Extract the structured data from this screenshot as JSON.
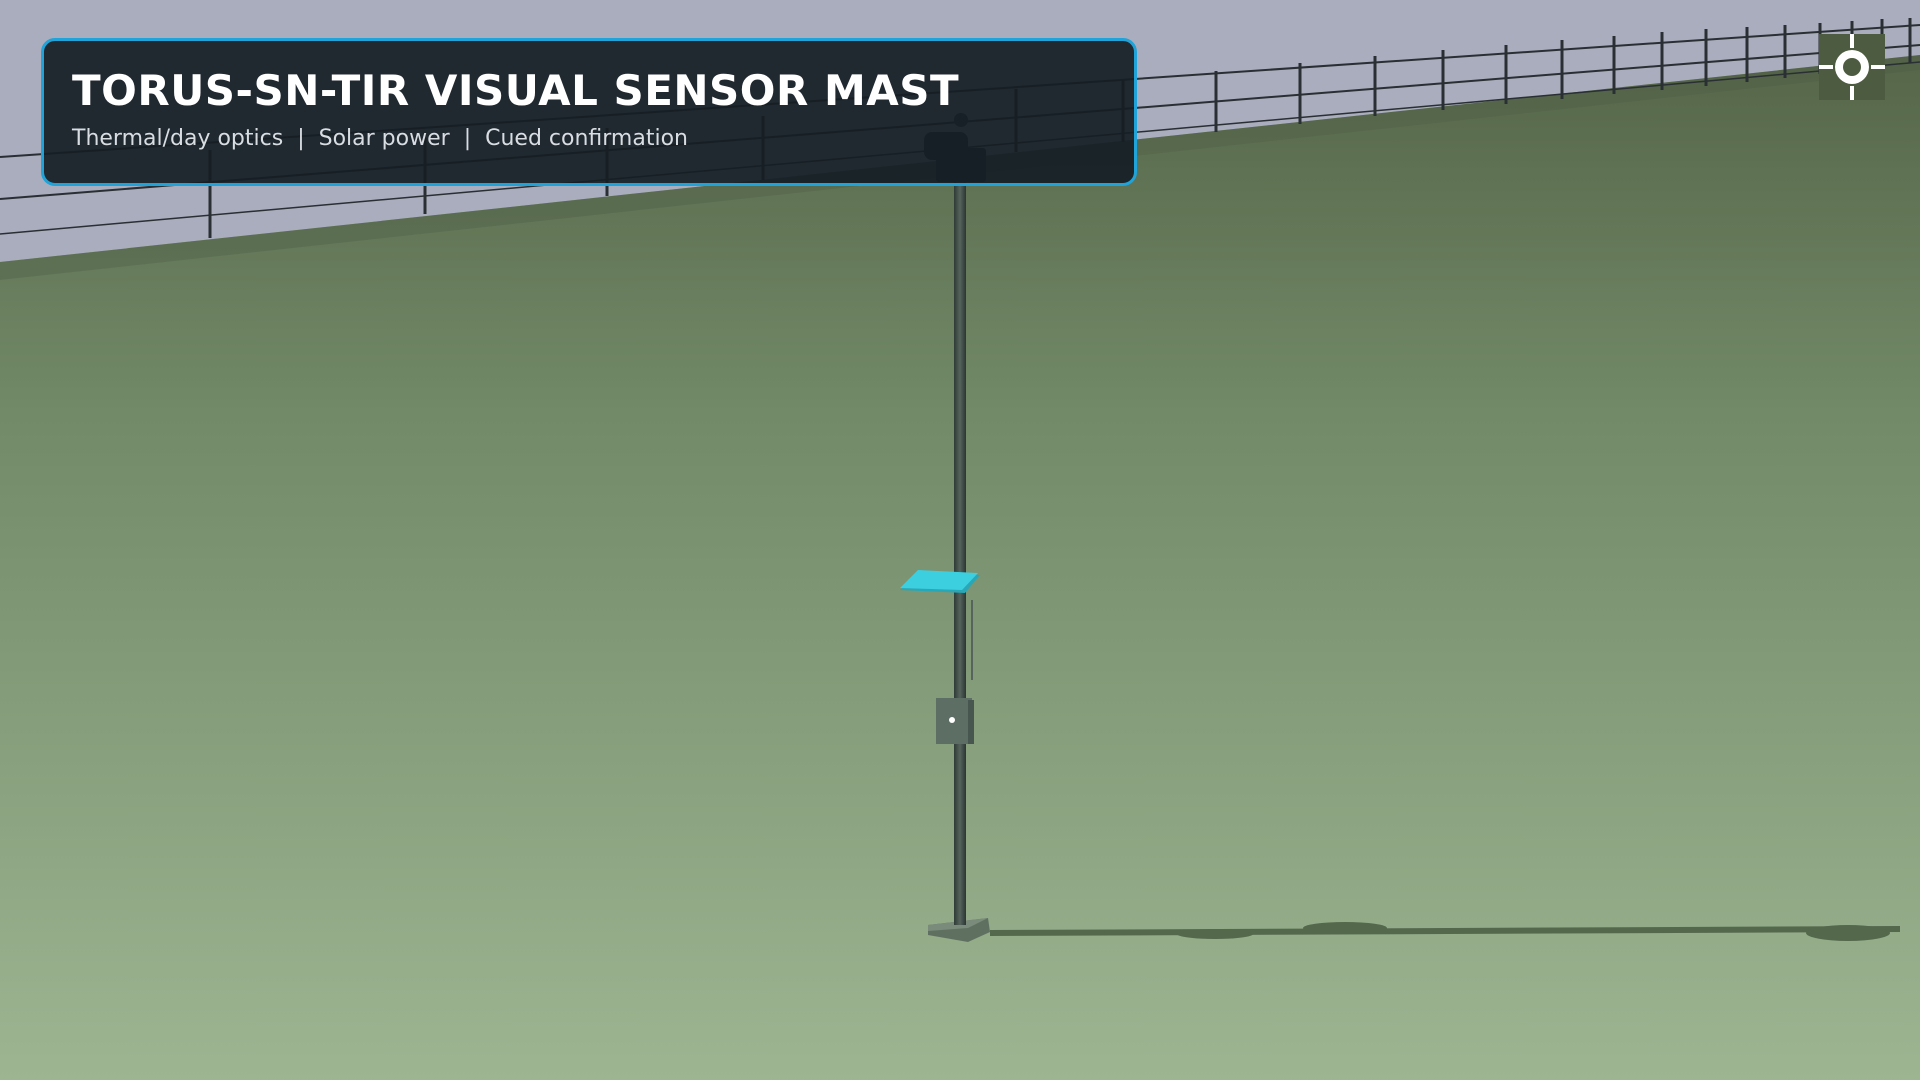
{
  "header": {
    "title": "TORUS-SN-TIR VISUAL SENSOR MAST",
    "features": [
      "Thermal/day optics",
      "Solar power",
      "Cued confirmation"
    ],
    "separator": "|"
  },
  "controls": {
    "locate_icon": "crosshair-locate-icon"
  },
  "colors": {
    "sky": "#a9adbd",
    "ground_far": "#5a6a50",
    "ground_near": "#9db591",
    "panel_accent": "#1fa3d8",
    "solar_panel": "#3ccfe0",
    "mast": "#3f4d47"
  }
}
